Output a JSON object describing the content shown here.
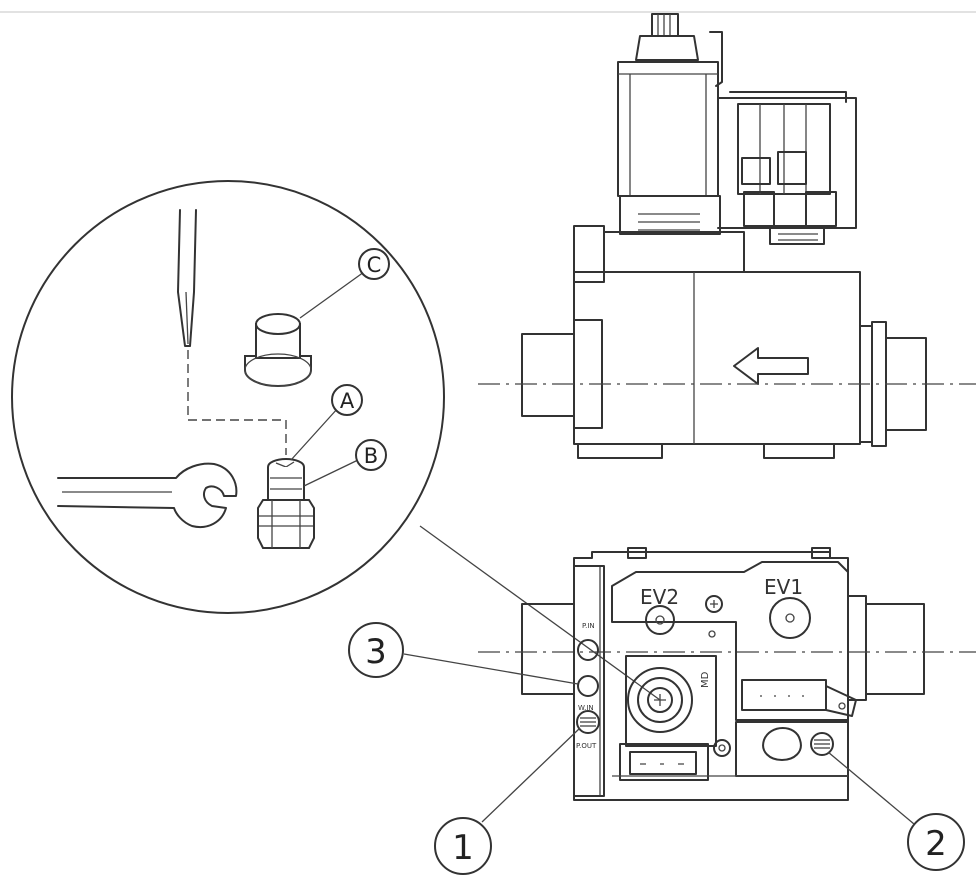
{
  "callouts": {
    "c1": "1",
    "c2": "2",
    "c3": "3"
  },
  "detail_letters": {
    "a": "A",
    "b": "B",
    "c": "C"
  },
  "valve_labels": {
    "ev1": "EV1",
    "ev2": "EV2",
    "md": "MD"
  },
  "port_labels": {
    "p1": "P.IN",
    "p2": "P.OUT",
    "p3": "W.IN"
  },
  "colors": {
    "line": "#333333",
    "background": "#ffffff"
  }
}
